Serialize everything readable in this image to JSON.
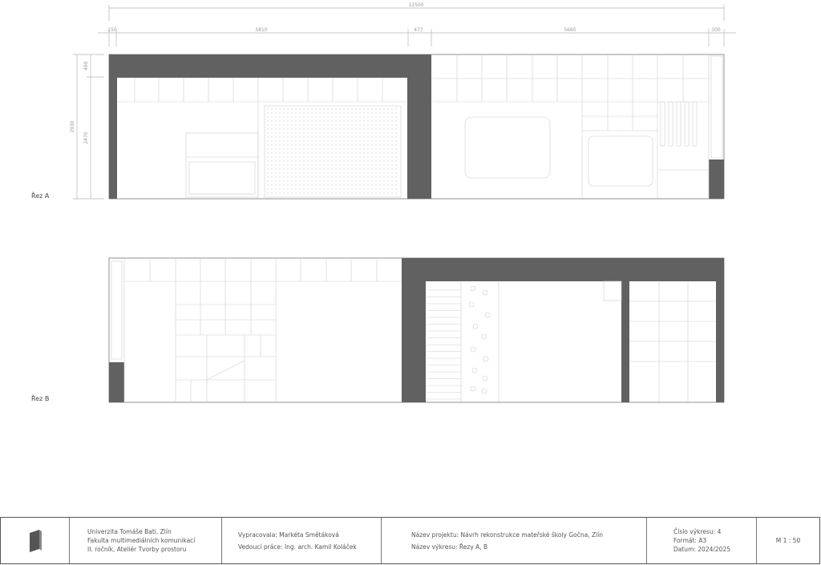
{
  "dimensions": {
    "overall": "12500",
    "segments": [
      "150",
      "5810",
      "477",
      "5660",
      "300"
    ],
    "vertical_total": "2930",
    "vertical_top": "460",
    "vertical_main": "2470"
  },
  "sections": {
    "a_label": "Řez A",
    "b_label": "Řez B"
  },
  "title_block": {
    "school_lines": [
      "Univerzita Tomáše Bati, Zlín",
      "Fakulta multimediálních komunikací",
      "II. ročník, Ateliér Tvorby prostoru"
    ],
    "author": "Vypracovala: Markéta Smětáková",
    "supervisor": "Vedoucí práce: Ing. arch. Kamil Koláček",
    "project_name": "Název projektu: Návrh rekonstrukce mateřské školy Gočna, Zlín",
    "drawing_name": "Název výkresu: Řezy A, B",
    "drawing_number": "Číslo výkresu: 4",
    "format": "Formát: A3",
    "date": "Datum: 2024/2025",
    "scale": "M 1 : 50"
  },
  "colors": {
    "wall_fill": "#616161",
    "line": "#c8c8c8",
    "frame": "#777777"
  },
  "icons": {
    "logo": "building-logo-icon"
  }
}
